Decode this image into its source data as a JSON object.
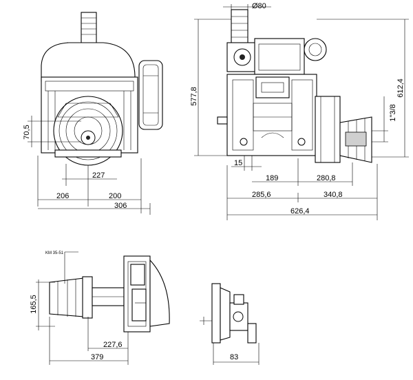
{
  "front_view": {
    "dim_height_left": "70,5",
    "dim_227": "227",
    "dim_206": "206",
    "dim_200": "200",
    "dim_306": "306"
  },
  "side_view": {
    "dim_diameter": "Ø80",
    "dim_height": "577,8",
    "dim_height_total": "612,4",
    "dim_thread": "1\"3/8",
    "dim_15": "15",
    "dim_189": "189",
    "dim_280": "280,8",
    "dim_285": "285,6",
    "dim_340": "340,8",
    "dim_626": "626,4"
  },
  "bottom_left_view": {
    "label_model": "KM 35-51",
    "dim_165": "165,5",
    "dim_227": "227,6",
    "dim_379": "379"
  },
  "bottom_right_view": {
    "dim_83": "83"
  }
}
